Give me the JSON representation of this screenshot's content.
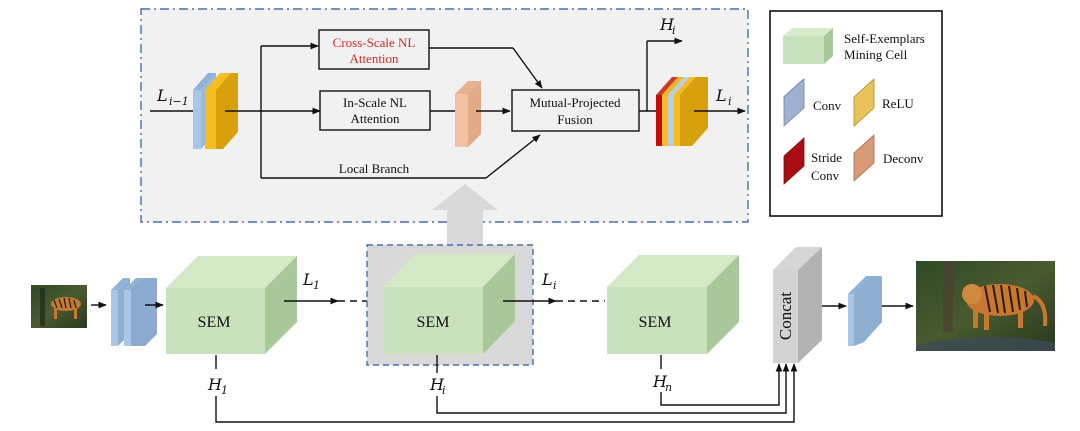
{
  "detail_panel": {
    "input_label": "L",
    "input_sub": "i−1",
    "cross_scale": {
      "line1": "Cross-Scale NL",
      "line2": "Attention",
      "color": "#d42a2a"
    },
    "in_scale": {
      "line1": "In-Scale NL",
      "line2": "Attention"
    },
    "local_branch": "Local Branch",
    "fusion": {
      "line1": "Mutual-Projected",
      "line2": "Fusion"
    },
    "h_out_label": "H",
    "h_out_sub": "i",
    "l_out_label": "L",
    "l_out_sub": "i"
  },
  "legend": {
    "sem": {
      "line1": "Self-Exemplars",
      "line2": "Mining Cell"
    },
    "conv": "Conv",
    "relu": "ReLU",
    "stride_conv": {
      "line1": "Stride",
      "line2": "Conv"
    },
    "deconv": "Deconv"
  },
  "pipeline": {
    "sem_blocks": [
      {
        "label": "SEM",
        "l_label": "L",
        "l_sub": "1",
        "h_label": "H",
        "h_sub": "1"
      },
      {
        "label": "SEM",
        "l_label": "L",
        "l_sub": "i",
        "h_label": "H",
        "h_sub": "i"
      },
      {
        "label": "SEM",
        "h_label": "H",
        "h_sub": "n"
      }
    ],
    "concat": "Concat"
  },
  "colors": {
    "conv": "#a9c6e6",
    "relu": "#f5bd1f",
    "stride_conv": "#c00d0d",
    "deconv": "#f2c3a2",
    "sem_front": "#c9e2bd",
    "panel_bg": "#f1f1f1",
    "dash_border": "#4a6db0"
  }
}
